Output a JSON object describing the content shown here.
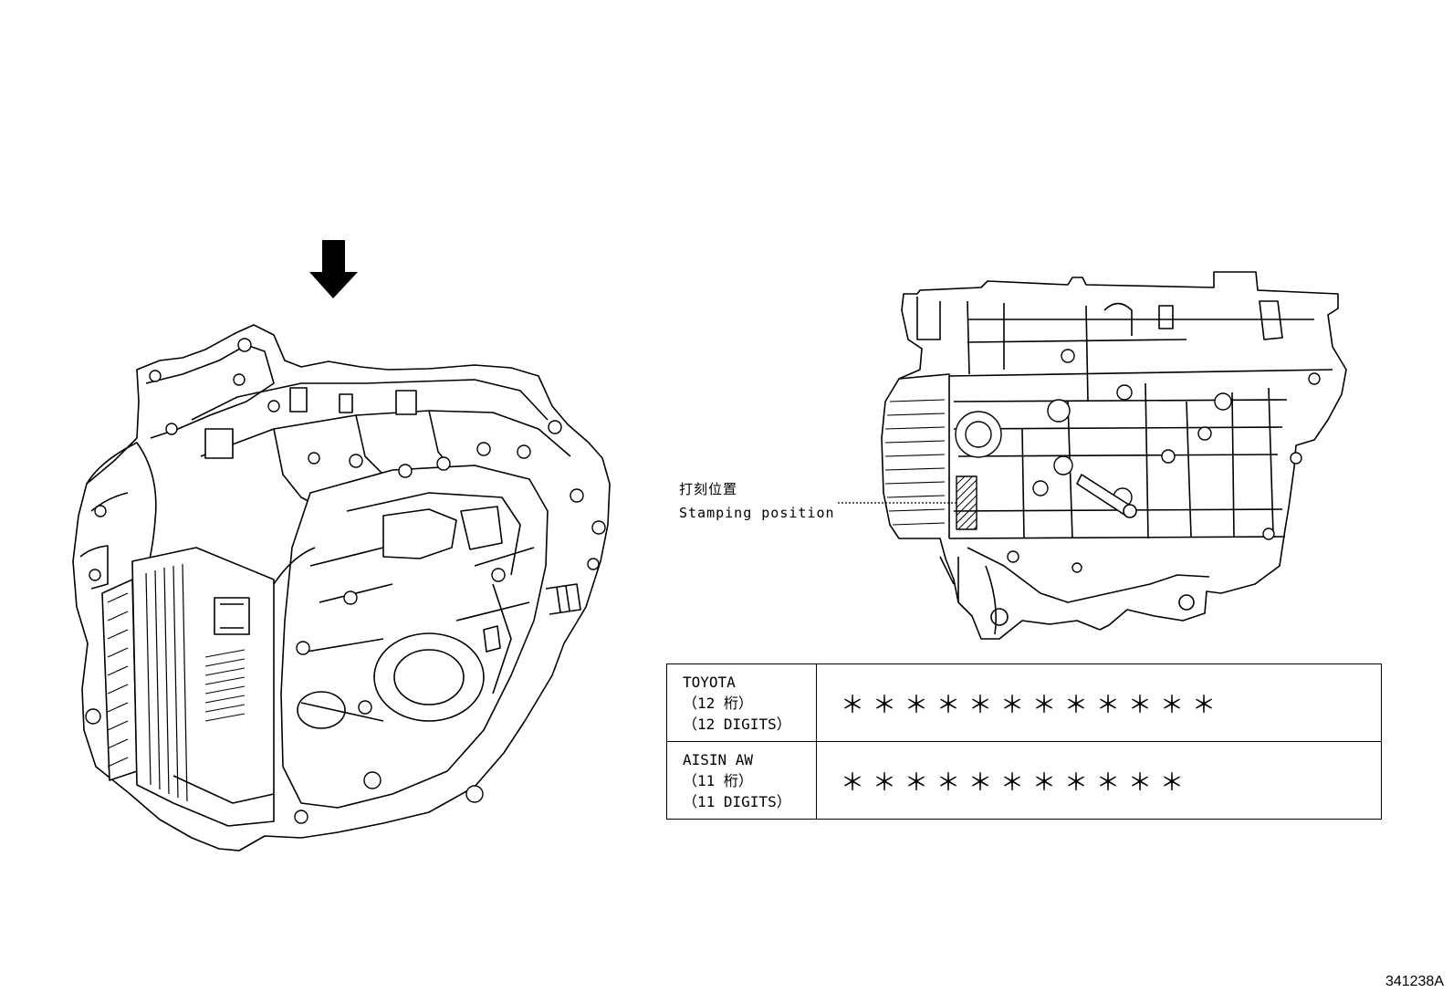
{
  "callout": {
    "label_jp": "打刻位置",
    "label_en": "Stamping position"
  },
  "table": {
    "rows": [
      {
        "maker": "TOYOTA",
        "digits_jp": "（12 桁）",
        "digits_en": "（12 DIGITS）",
        "code": "＊＊＊＊＊＊＊＊＊＊＊＊"
      },
      {
        "maker": "AISIN AW",
        "digits_jp": "（11 桁）",
        "digits_en": "（11 DIGITS）",
        "code": "＊＊＊＊＊＊＊＊＊＊＊"
      }
    ]
  },
  "reference": "341238A"
}
